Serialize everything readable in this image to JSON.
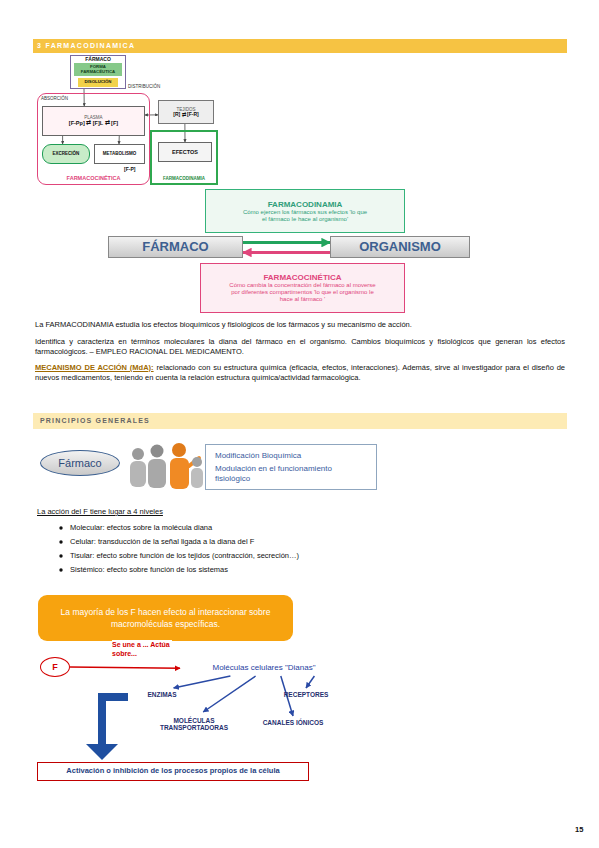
{
  "diagram": {
    "title": "3 FARMACODINAMICA",
    "nodes": [
      {
        "text": [
          "FARMACOCINÉTICA"
        ]
      },
      {
        "text": [
          "FÁRMACO"
        ]
      },
      {
        "text": [
          "FORMA FARMACÉUTICA"
        ],
        "in": 1
      },
      {
        "text": [
          "DISOLUCIÓN"
        ],
        "in": 1
      },
      {
        "text": [
          "PLASMA",
          "[F-Pp] ⇄ [F]L ⇄ [F]"
        ],
        "in": 0
      },
      {
        "text": [
          "EXCRECIÓN"
        ],
        "in": 0
      },
      {
        "text": [
          "METABOLISMO"
        ],
        "in": 0
      },
      {
        "text": [
          "TEJIDOS",
          "[R] ⇄ [F-R]"
        ]
      },
      {
        "text": [
          "FARMACODINAMIA"
        ]
      },
      {
        "text": [
          "EFECTOS"
        ],
        "in": 8
      },
      {
        "text": [
          "FARMACODINAMIA",
          "Cómo ejercen los fármacos sus efectos 'lo que el fármaco le hace al organismo'"
        ]
      },
      {
        "text": [
          "FÁRMACO"
        ]
      },
      {
        "text": [
          "ORGANISMO"
        ]
      },
      {
        "text": [
          "FARMACOCINÉTICA",
          "Cómo cambia la concentración del fármaco al moverse por diferentes compartimentos 'lo que el organismo le hace al fármaco '"
        ]
      },
      {
        "text": [
          "Fármaco"
        ]
      },
      {
        "text": [
          "Modificación Bioquímica",
          "Modulación en el funcionamiento fisiológico"
        ]
      },
      {
        "text": [
          "La mayoría de los F hacen efecto al interaccionar sobre macromoléculas específicas."
        ]
      },
      {
        "text": [
          "F"
        ]
      },
      {
        "text": [
          "Moléculas celulares \"Dianas\""
        ]
      },
      {
        "text": [
          "ENZIMAS"
        ]
      },
      {
        "text": [
          "RECEPTORES"
        ]
      },
      {
        "text": [
          "MOLÉCULAS TRANSPORTADORAS"
        ]
      },
      {
        "text": [
          "CANALES IÓNICOS"
        ]
      },
      {
        "text": [
          "Activación o inhibición de los procesos propios de la célula"
        ]
      }
    ],
    "edges": [
      {
        "from": 1,
        "to": 4,
        "arrow": "to"
      },
      {
        "from": 4,
        "to": 7,
        "arrow": "both"
      },
      {
        "from": 4,
        "to": 5,
        "arrow": "to"
      },
      {
        "from": 4,
        "to": 6,
        "arrow": "to"
      },
      {
        "from": 7,
        "to": 9,
        "arrow": "to"
      },
      {
        "from": 11,
        "to": 12,
        "arrow": "to"
      },
      {
        "from": 12,
        "to": 11,
        "arrow": "to"
      },
      {
        "from": 17,
        "to": 18,
        "label": "Se une a ... Actúa sobre...",
        "arrow": "to"
      },
      {
        "from": 18,
        "to": 19,
        "arrow": "to"
      },
      {
        "from": 18,
        "to": 20,
        "arrow": "to"
      },
      {
        "from": 18,
        "to": 21,
        "arrow": "to"
      },
      {
        "from": 18,
        "to": 22,
        "arrow": "to"
      }
    ],
    "labels": [
      "ABSORCIÓN",
      "DISTRIBUCIÓN",
      "[F-P]",
      "La FARMACODINAMIA estudia los efectos bioquímicos y fisiológicos de los fármacos y su mecanismo de acción.",
      "Identifica y caracteriza en términos moleculares la diana del fármaco en el organismo. Cambios bioquímicos y fisiológicos que generan los efectos farmacológicos. – EMPLEO RACIONAL DEL MEDICAMENTO.",
      "MECANISMO DE ACCIÓN (MdA):",
      "relacionado con su estructura química (eficacia, efectos, interacciones). Además, sirve al investigador para el diseño de nuevos medicamentos, teniendo en cuenta la relación estructura química/actividad farmacológica.",
      "PRINCIPIOS GENERALES",
      "La acción del F tiene lugar a 4 niveles",
      "Molecular: efectos sobre la molécula diana",
      "Celular: transducción de la señal ligada a la diana del F",
      "Tisular: efecto sobre función de los tejidos (contracción, secreción…)",
      "Sistémico: efecto sobre función de los sistemas",
      "15"
    ]
  }
}
